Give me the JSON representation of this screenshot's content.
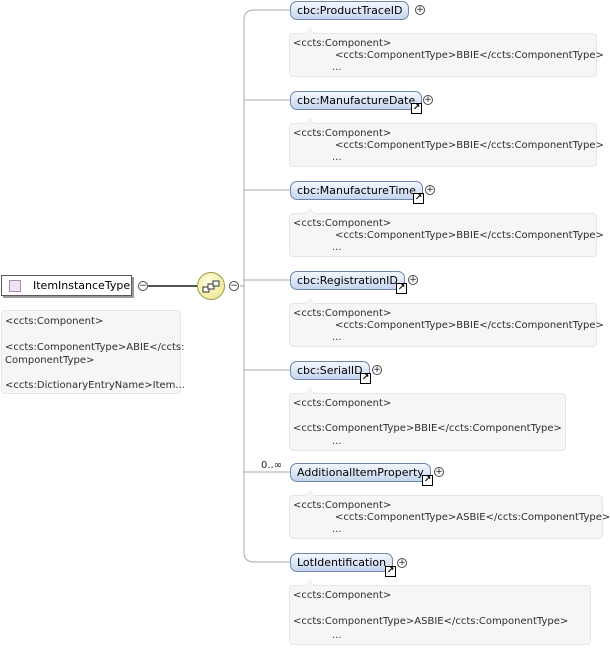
{
  "root": {
    "name": "ItemInstanceType",
    "doc": [
      "<ccts:Component>",
      "<ccts:ComponentType>ABIE</ccts:",
      "ComponentType>",
      "<ccts:DictionaryEntryName>Item..."
    ]
  },
  "expander": {
    "collapse": "−",
    "expand": "+"
  },
  "link_glyph": "↗",
  "compositor": {
    "kind": "sequence"
  },
  "children": [
    {
      "name": "cbc:ProductTraceID",
      "doc": [
        "<ccts:Component>",
        "<ccts:ComponentType>BBIE</ccts:ComponentType>",
        "..."
      ]
    },
    {
      "name": "cbc:ManufactureDate",
      "doc": [
        "<ccts:Component>",
        "<ccts:ComponentType>BBIE</ccts:ComponentType>",
        "..."
      ]
    },
    {
      "name": "cbc:ManufactureTime",
      "doc": [
        "<ccts:Component>",
        "<ccts:ComponentType>BBIE</ccts:ComponentType>",
        "..."
      ]
    },
    {
      "name": "cbc:RegistrationID",
      "doc": [
        "<ccts:Component>",
        "<ccts:ComponentType>BBIE</ccts:ComponentType>",
        "..."
      ]
    },
    {
      "name": "cbc:SerialID",
      "doc": [
        "<ccts:Component>",
        "<ccts:ComponentType>BBIE</ccts:ComponentType>",
        "..."
      ]
    },
    {
      "name": "AdditionalItemProperty",
      "occurs": "0..∞",
      "doc": [
        "<ccts:Component>",
        "<ccts:ComponentType>ASBIE</ccts:ComponentType>",
        "..."
      ]
    },
    {
      "name": "LotIdentification",
      "doc": [
        "<ccts:Component>",
        "<ccts:ComponentType>ASBIE</ccts:ComponentType>",
        "..."
      ]
    }
  ]
}
